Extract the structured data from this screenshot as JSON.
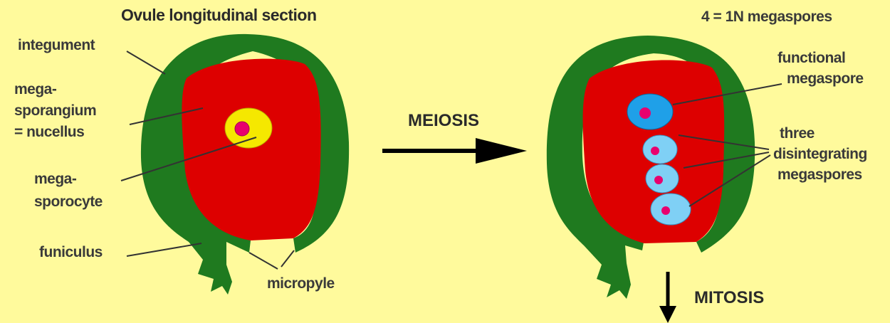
{
  "title": "Ovule longitudinal section",
  "megaspore_count": "4 = 1N megaspores",
  "labels": {
    "integument": "integument",
    "megasporangium_line1": "mega-",
    "megasporangium_line2": "sporangium",
    "megasporangium_line3": "= nucellus",
    "megasporocyte_line1": "mega-",
    "megasporocyte_line2": "sporocyte",
    "funiculus": "funiculus",
    "micropyle": "micropyle",
    "functional_line1": "functional",
    "functional_line2": "megaspore",
    "three_line1": "three",
    "three_line2": "disintegrating",
    "three_line3": "megaspores"
  },
  "processes": {
    "meiosis": "MEIOSIS",
    "mitosis": "MITOSIS"
  },
  "colors": {
    "background": "#fffa9c",
    "integument": "#1f7a1f",
    "nucellus": "#dd0000",
    "megasporocyte": "#f5e800",
    "functional_megaspore": "#1fa0e8",
    "disintegrating_megaspores": "#7fd0f5",
    "nucleus": "#e8006e",
    "line": "#333333"
  }
}
